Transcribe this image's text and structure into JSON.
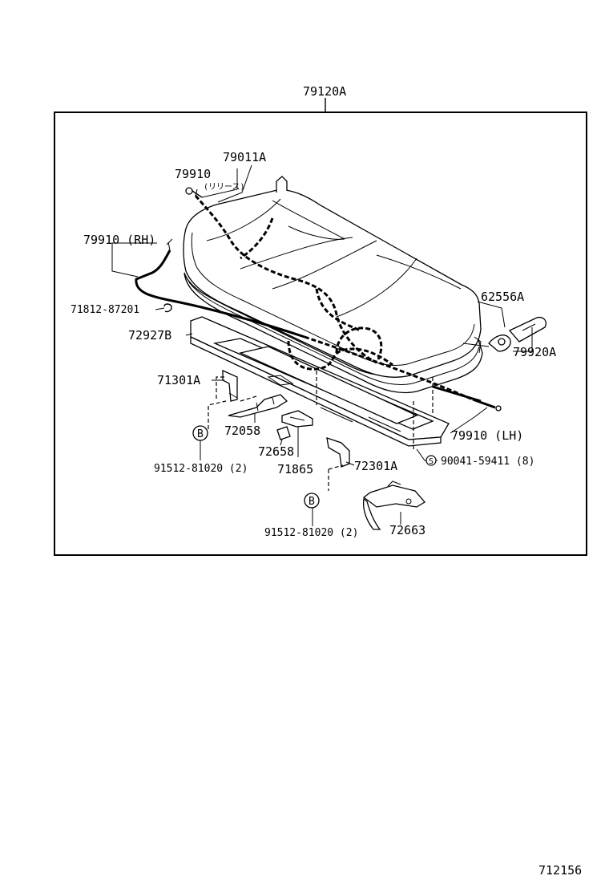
{
  "assembly": {
    "label": "79120A"
  },
  "callouts": {
    "c79011A": "79011A",
    "c79910": "79910",
    "c79910_release": "(リリース)",
    "c79910_rh": "79910 (RH)",
    "c71812": "71812-87201",
    "c72927B": "72927B",
    "c71301A": "71301A",
    "c72058": "72058",
    "c72658": "72658",
    "c71865": "71865",
    "c72301A": "72301A",
    "c62556A": "62556A",
    "c79920A": "79920A",
    "c79910_lh": "79910 (LH)",
    "c90041": "90041-59411 (8)",
    "c91512_a": "91512-81020 (2)",
    "c91512_b": "91512-81020 (2)",
    "c72663": "72663"
  },
  "markers": {
    "b_marker_1": "B",
    "b_marker_2": "B",
    "s_marker": "S"
  },
  "page_code": "712156"
}
